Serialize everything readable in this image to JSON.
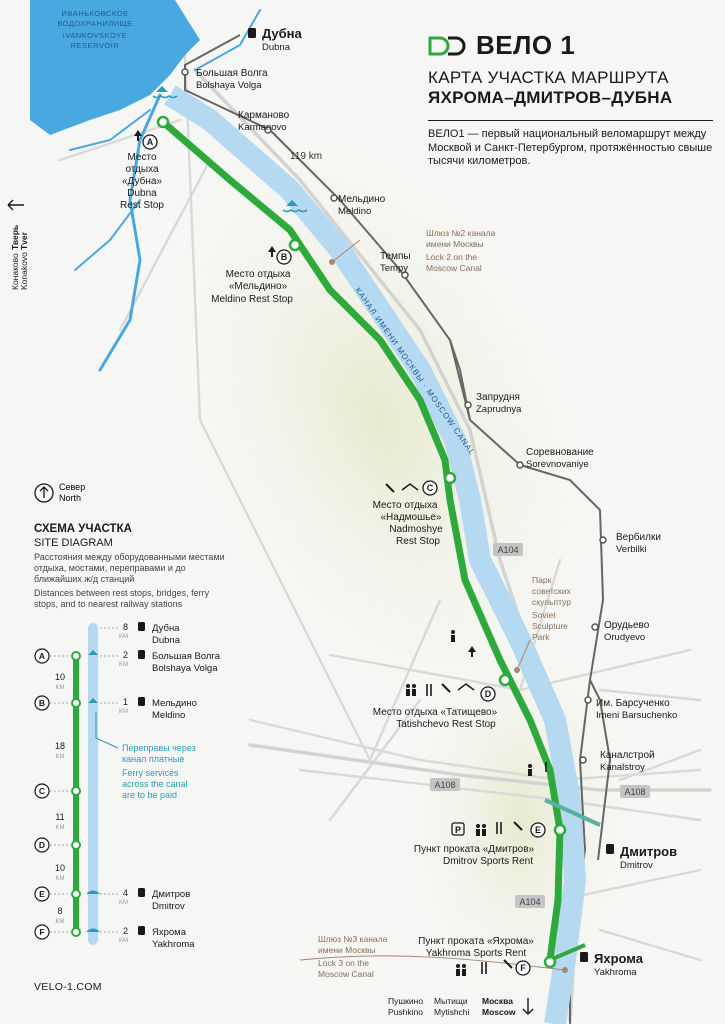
{
  "brand": {
    "logo_text": "ВЕЛО 1",
    "title_line1": "КАРТА УЧАСТКА МАРШРУТА",
    "title_line2": "ЯХРОМА–ДМИТРОВ–ДУБНА",
    "intro": "ВЕЛО1 — первый национальный веломаршрут между Москвой и Санкт-Петербургом, протяжённостью свыше тысячи километров.",
    "footer_url": "VELO-1.COM",
    "colors": {
      "route": "#2eaa3c",
      "canal": "#b5d9f1",
      "water": "#4aa8e0",
      "rail": "#555555",
      "road": "#d8d8d8",
      "label_brown": "#8a6d55",
      "info_teal": "#2a9bb5"
    }
  },
  "reservoir": {
    "ru1": "ИВАНЬКОВСКОЕ",
    "ru2": "ВОДОХРАНИЛИЩЕ",
    "en1": "IVANKOVSKOYE",
    "en2": "RESERVOIR"
  },
  "canal_label": "КАНАЛ ИМЕНИ МОСКВЫ · MOSCOW CANAL",
  "distance_label": "119 km",
  "compass": {
    "ru": "Север",
    "en": "North"
  },
  "west_exit": {
    "ru1": "Тверь",
    "en1": "Tver",
    "ru2": "Конаково",
    "en2": "Konakovo"
  },
  "south_exits": [
    {
      "ru": "Пушкино",
      "en": "Pushkino",
      "bold": false
    },
    {
      "ru": "Мытищи",
      "en": "Mytishchi",
      "bold": false
    },
    {
      "ru": "Москва",
      "en": "Moscow",
      "bold": true
    }
  ],
  "roads": [
    "A104",
    "A104",
    "A108",
    "A108"
  ],
  "major_stations": [
    {
      "ru": "Дубна",
      "en": "Dubna"
    },
    {
      "ru": "Дмитров",
      "en": "Dmitrov"
    },
    {
      "ru": "Яхрома",
      "en": "Yakhroma"
    }
  ],
  "stations": [
    {
      "ru": "Большая Волга",
      "en": "Bolshaya Volga"
    },
    {
      "ru": "Карманово",
      "en": "Karmanovo"
    },
    {
      "ru": "Мельдино",
      "en": "Meldino"
    },
    {
      "ru": "Темпы",
      "en": "Tempy"
    },
    {
      "ru": "Запрудня",
      "en": "Zaprudnya"
    },
    {
      "ru": "Соревнование",
      "en": "Sorevnovaniye"
    },
    {
      "ru": "Вербилки",
      "en": "Verbilki"
    },
    {
      "ru": "Орудьево",
      "en": "Orudyevo"
    },
    {
      "ru": "Им. Барсученко",
      "en": "Imeni Barsuchenko"
    },
    {
      "ru": "Каналстрой",
      "en": "Kanalstroy"
    }
  ],
  "stops": [
    {
      "letter": "A",
      "ru1": "Место",
      "ru2": "отдыха",
      "ru3": "«Дубна»",
      "en1": "Dubna",
      "en2": "Rest Stop"
    },
    {
      "letter": "B",
      "ru1": "Место отдыха",
      "ru2": "«Мельдино»",
      "en1": "Meldino Rest Stop"
    },
    {
      "letter": "C",
      "ru1": "Место отдыха",
      "ru2": "«Надмошье»",
      "en1": "Nadmoshye",
      "en2": "Rest Stop"
    },
    {
      "letter": "D",
      "ru1": "Место отдыха «Татищево»",
      "en1": "Tatishchevo Rest Stop"
    },
    {
      "letter": "E",
      "ru1": "Пункт проката «Дмитров»",
      "en1": "Dmitrov Sports Rent"
    },
    {
      "letter": "F",
      "ru1": "Пункт проката «Яхрома»",
      "en1": "Yakhroma Sports Rent"
    }
  ],
  "callouts": {
    "lock2": {
      "ru1": "Шлюз №2 канала",
      "ru2": "имени Москвы",
      "en1": "Lock 2 on the",
      "en2": "Moscow Canal"
    },
    "park": {
      "ru1": "Парк",
      "ru2": "советских",
      "ru3": "скульптур",
      "en1": "Soviet",
      "en2": "Sculpture",
      "en3": "Park"
    },
    "lock3": {
      "ru1": "Шлюз №3 канала",
      "ru2": "имени Москвы",
      "en1": "Lock 3 on the",
      "en2": "Moscow Canal"
    }
  },
  "site_diagram": {
    "title_ru": "СХЕМА УЧАСТКА",
    "title_en": "SITE DIAGRAM",
    "desc_ru": "Расстояния между оборудованными местами отдыха, мостами, переправами и до ближайших ж/д станций",
    "desc_en": "Distances between rest stops, bridges, ferry stops, and to nearest railway stations",
    "km": "KM",
    "ferry_note": {
      "ru1": "Переправы через",
      "ru2": "канал платные",
      "en1": "Ferry services",
      "en2": "across the canal",
      "en3": "are to be paid"
    },
    "letters": [
      "A",
      "B",
      "C",
      "D",
      "E",
      "F"
    ],
    "segment_km": [
      "10",
      "18",
      "11",
      "10",
      "8"
    ],
    "stations": [
      {
        "km": "8",
        "ru": "Дубна",
        "en": "Dubna"
      },
      {
        "km": "2",
        "ru": "Большая Волга",
        "en": "Bolshaya Volga"
      },
      {
        "km": "1",
        "ru": "Мельдино",
        "en": "Meldino"
      },
      {
        "km": "4",
        "ru": "Дмитров",
        "en": "Dmitrov"
      },
      {
        "km": "2",
        "ru": "Яхрома",
        "en": "Yakhroma"
      }
    ]
  }
}
